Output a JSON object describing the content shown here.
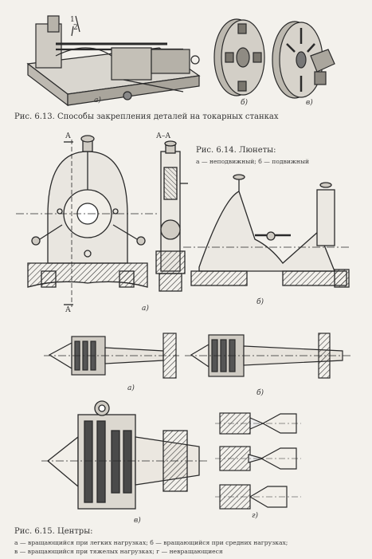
{
  "figure_613": {
    "caption": "Рис. 6.13. Способы закрепления деталей на токарных станках",
    "callout_1": "1",
    "callout_2": "2",
    "label_a": "а)",
    "label_b": "б)",
    "label_c": "в)"
  },
  "figure_614": {
    "caption": "Рис. 6.14. Люнеты:",
    "legend": "а — неподвижный; б — подвижный",
    "section_mark_left": "А",
    "section_mark_bottom": "А",
    "section_title": "А–А",
    "label_a": "а)",
    "label_b": "б)"
  },
  "figure_615": {
    "caption": "Рис. 6.15. Центры:",
    "legend_line_1": "а — вращающийся при легких нагрузках; б — вращающийся при средних нагрузках;",
    "legend_line_2": "в — вращающийся при тяжелых нагрузках; г — невращающиеся",
    "label_a": "а)",
    "label_b": "б)",
    "label_c": "в)",
    "label_d": "г)"
  }
}
